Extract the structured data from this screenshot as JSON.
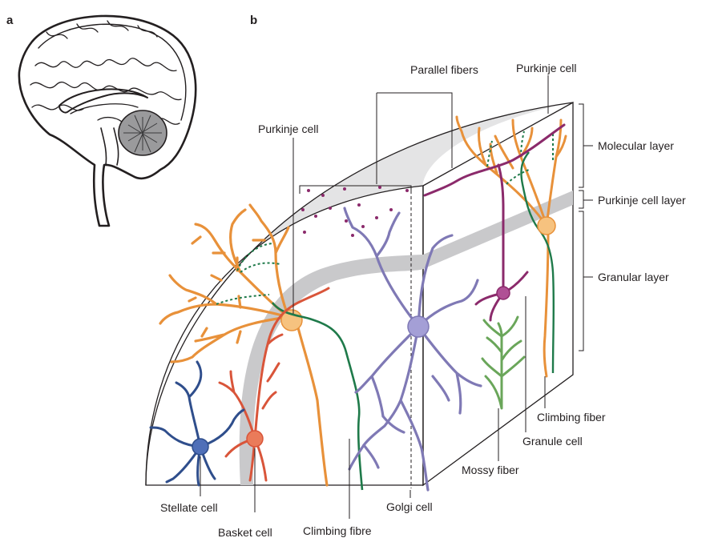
{
  "panels": {
    "a": "a",
    "b": "b"
  },
  "labels": {
    "parallel_fibers": "Parallel fibers",
    "purkinje_cell_top": "Purkinje cell",
    "purkinje_cell_left": "Purkinje cell",
    "molecular_layer": "Molecular layer",
    "purkinje_cell_layer": "Purkinje cell layer",
    "granular_layer": "Granular layer",
    "climbing_fiber": "Climbing fiber",
    "granule_cell": "Granule cell",
    "mossy_fiber": "Mossy fiber",
    "golgi_cell": "Golgi cell",
    "climbing_fibre": "Climbing fibre",
    "basket_cell": "Basket cell",
    "stellate_cell": "Stellate cell"
  },
  "colors": {
    "purkinje": "#e8913a",
    "purkinje_soma": "#f6c27f",
    "climbing": "#1f7a4a",
    "golgi": "#7f79b5",
    "golgi_soma": "#a49fd6",
    "mossy": "#8b2a6b",
    "mossy_soma": "#b05095",
    "granule": "#6aa65a",
    "basket": "#d9553a",
    "basket_soma": "#ea7b5a",
    "stellate": "#2f4e8c",
    "stellate_soma": "#4f6fb8",
    "layer_band": "#c9c9cb",
    "top_face": "#e4e4e5"
  }
}
